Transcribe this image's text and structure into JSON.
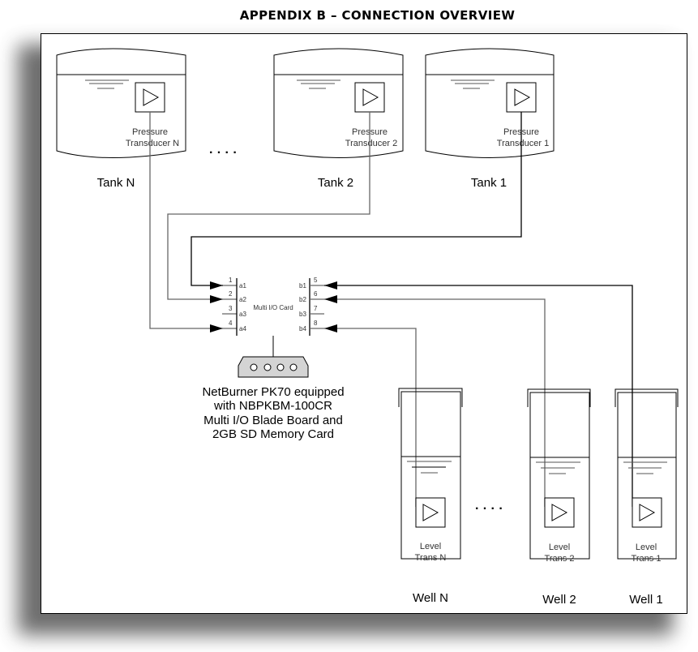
{
  "title": "APPENDIX B – CONNECTION OVERVIEW",
  "tanks": [
    {
      "name": "Tank N",
      "transducer_line1": "Pressure",
      "transducer_line2": "Transducer N"
    },
    {
      "name": "Tank 2",
      "transducer_line1": "Pressure",
      "transducer_line2": "Transducer 2"
    },
    {
      "name": "Tank 1",
      "transducer_line1": "Pressure",
      "transducer_line2": "Transducer 1"
    }
  ],
  "ellipsis": "· · · ·",
  "io_card": {
    "label": "Multi I/O Card",
    "a_pins": [
      {
        "num": "1",
        "name": "a1"
      },
      {
        "num": "2",
        "name": "a2"
      },
      {
        "num": "3",
        "name": "a3"
      },
      {
        "num": "4",
        "name": "a4"
      }
    ],
    "b_pins": [
      {
        "num": "5",
        "name": "b1"
      },
      {
        "num": "6",
        "name": "b2"
      },
      {
        "num": "7",
        "name": "b3"
      },
      {
        "num": "8",
        "name": "b4"
      }
    ]
  },
  "device": {
    "line1": "NetBurner PK70 equipped",
    "line2": "with NBPKBM-100CR",
    "line3": "Multi I/O Blade Board and",
    "line4": "2GB SD Memory Card"
  },
  "wells": [
    {
      "name": "Well N",
      "transducer_line1": "Level",
      "transducer_line2": "Trans N"
    },
    {
      "name": "Well 2",
      "transducer_line1": "Level",
      "transducer_line2": "Trans 2"
    },
    {
      "name": "Well 1",
      "transducer_line1": "Level",
      "transducer_line2": "Trans 1"
    }
  ],
  "connections": [
    {
      "from": "Pressure Transducer 1",
      "to": "a1"
    },
    {
      "from": "Pressure Transducer 2",
      "to": "a2"
    },
    {
      "from": "Pressure Transducer N",
      "to": "a4"
    },
    {
      "from": "Level Trans 1",
      "to": "b1"
    },
    {
      "from": "Level Trans 2",
      "to": "b2"
    },
    {
      "from": "Level Trans N",
      "to": "b4"
    }
  ]
}
